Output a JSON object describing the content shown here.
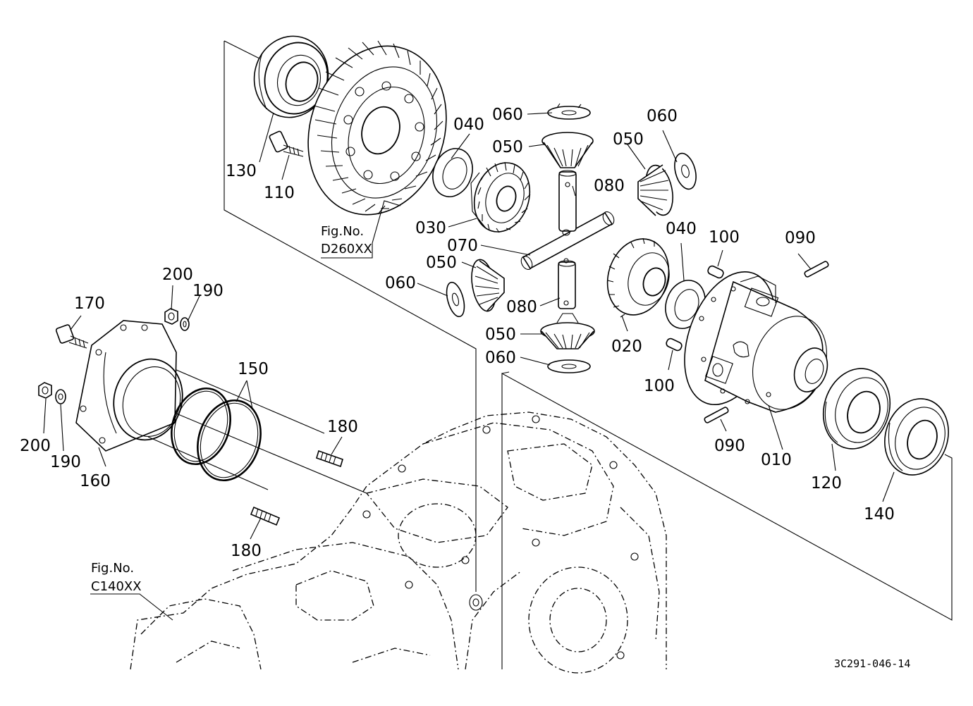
{
  "diagram": {
    "parts": [
      {
        "id": "p010",
        "label": "010"
      },
      {
        "id": "p020",
        "label": "020"
      },
      {
        "id": "p030",
        "label": "030"
      },
      {
        "id": "p040a",
        "label": "040"
      },
      {
        "id": "p040b",
        "label": "040"
      },
      {
        "id": "p050a",
        "label": "050"
      },
      {
        "id": "p050b",
        "label": "050"
      },
      {
        "id": "p050c",
        "label": "050"
      },
      {
        "id": "p050d",
        "label": "050"
      },
      {
        "id": "p060a",
        "label": "060"
      },
      {
        "id": "p060b",
        "label": "060"
      },
      {
        "id": "p060c",
        "label": "060"
      },
      {
        "id": "p060d",
        "label": "060"
      },
      {
        "id": "p070",
        "label": "070"
      },
      {
        "id": "p080a",
        "label": "080"
      },
      {
        "id": "p080b",
        "label": "080"
      },
      {
        "id": "p090a",
        "label": "090"
      },
      {
        "id": "p090b",
        "label": "090"
      },
      {
        "id": "p100a",
        "label": "100"
      },
      {
        "id": "p100b",
        "label": "100"
      },
      {
        "id": "p110",
        "label": "110"
      },
      {
        "id": "p120",
        "label": "120"
      },
      {
        "id": "p130",
        "label": "130"
      },
      {
        "id": "p140",
        "label": "140"
      },
      {
        "id": "p150",
        "label": "150"
      },
      {
        "id": "p160",
        "label": "160"
      },
      {
        "id": "p170",
        "label": "170"
      },
      {
        "id": "p180a",
        "label": "180"
      },
      {
        "id": "p180b",
        "label": "180"
      },
      {
        "id": "p190a",
        "label": "190"
      },
      {
        "id": "p190b",
        "label": "190"
      },
      {
        "id": "p200a",
        "label": "200"
      },
      {
        "id": "p200b",
        "label": "200"
      }
    ],
    "fig_refs": [
      {
        "id": "figA",
        "caption": "Fig.No.",
        "number": "D260XX"
      },
      {
        "id": "figB",
        "caption": "Fig.No.",
        "number": "C140XX"
      }
    ],
    "drawing_code": "3C291-046-14"
  }
}
